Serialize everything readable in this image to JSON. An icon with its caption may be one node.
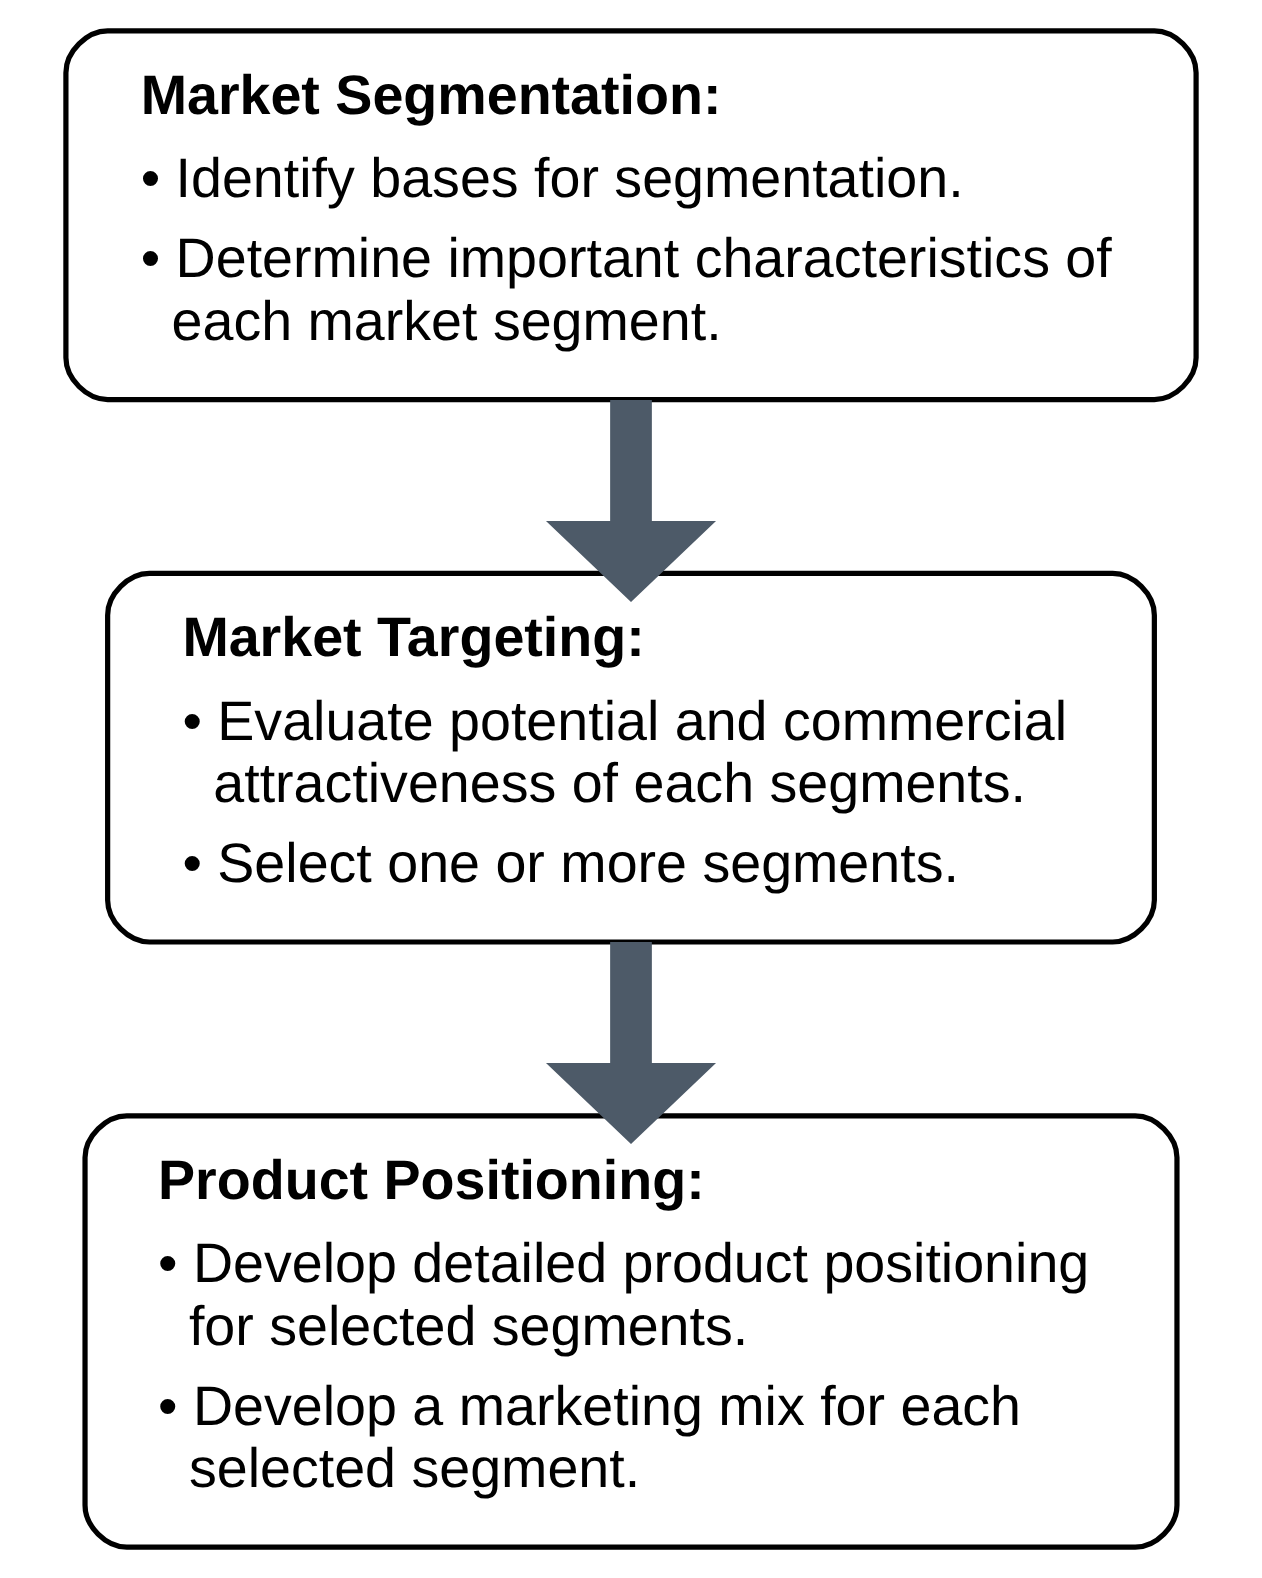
{
  "diagram": {
    "nodes": [
      {
        "text": [
          "Market Segmentation:",
          "• Identify bases for segmentation.",
          "• Determine important characteristics of each market segment."
        ]
      },
      {
        "text": [
          "Market Targeting:",
          "• Evaluate potential and commercial attractiveness of each segments.",
          "• Select one or more segments."
        ]
      },
      {
        "text": [
          "Product Positioning:",
          "• Develop detailed product positioning for selected segments.",
          "• Develop a marketing mix for each selected segment."
        ]
      }
    ],
    "edges": [
      {
        "from": 0,
        "to": 1,
        "arrow": "to"
      },
      {
        "from": 1,
        "to": 2,
        "arrow": "to"
      }
    ]
  }
}
